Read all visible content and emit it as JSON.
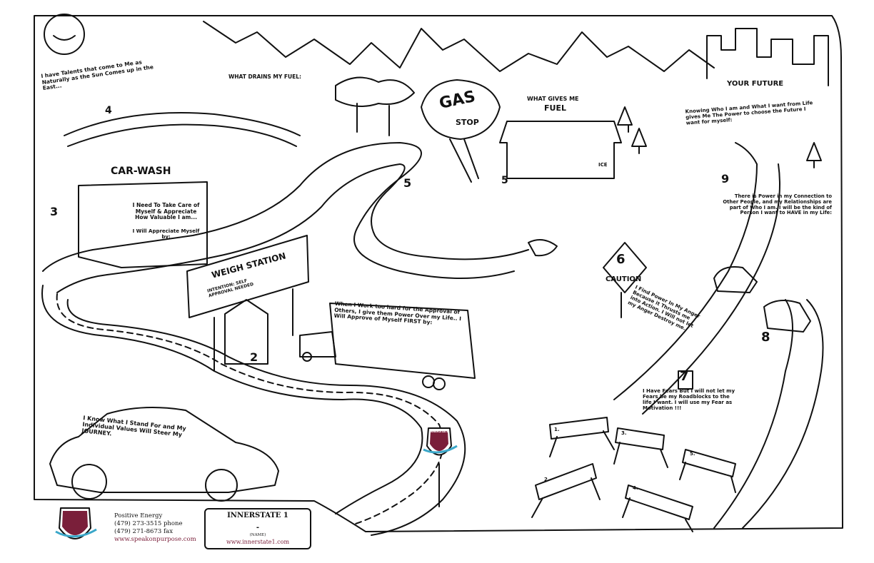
{
  "signs": {
    "talents": "I have Talents that come to Me as Naturally as the Sun Comes up in the East...",
    "drains": "WHAT DRAINS MY FUEL:",
    "gas_top": "GAS",
    "gas_bottom": "STOP",
    "gives_fuel_1": "WHAT GIVES ME",
    "gives_fuel_2": "FUEL",
    "ice": "ICE",
    "your_future": "YOUR FUTURE",
    "future_text": "Knowing Who I am and What I want from Life gives Me The Power to choose the Future I want for myself:",
    "carwash": "CAR-WASH",
    "carwash_text": "I Need To Take Care of Myself & Appreciate How Valuable I am...",
    "carwash_text2": "I Will Appreciate Myself by:",
    "weigh_station": "WEIGH STATION",
    "intention": "INTENTION: SELF APPROVAL NEEDED",
    "truck_text": "When I Work too hard for the Approval of Others, I give them Power Over my Life.. I Will Approve of Myself FIRST by:",
    "caution": "CAUTION",
    "anger": "I Find Power In My Anger Because it Thrusts me into Action. I Will not let my Anger Destroy me.",
    "connection": "There is Power in my Connection to Other People, and my Relationships are part of Who I am. I will be the kind of Person I want to HAVE in my Life:",
    "fears": "I Have Fears But I will not let my Fears be my Roadblocks to the life I want. I will use my Fear as Motivation !!!",
    "values": "I Know What I Stand For and My Individual Values Will Steer My JOURNEY.",
    "shield_label": "INNERSTATE"
  },
  "markers": {
    "m2": "2",
    "m3": "3",
    "m4": "4",
    "m5a": "5",
    "m5b": "5",
    "m6": "6",
    "m7": "7",
    "m8": "8",
    "m9": "9"
  },
  "barriers": [
    "1.",
    "2.",
    "3.",
    "4.",
    "5."
  ],
  "footer": {
    "company": "Positive Energy",
    "phone": "(479) 273-3515 phone",
    "fax": "(479) 271-8673 fax",
    "web": "www.speakonpurpose.com",
    "plate_title": "INNERSTATE 1",
    "plate_dash": "-",
    "plate_name": "(NAME)",
    "plate_web": "www.innerstate1.com"
  }
}
